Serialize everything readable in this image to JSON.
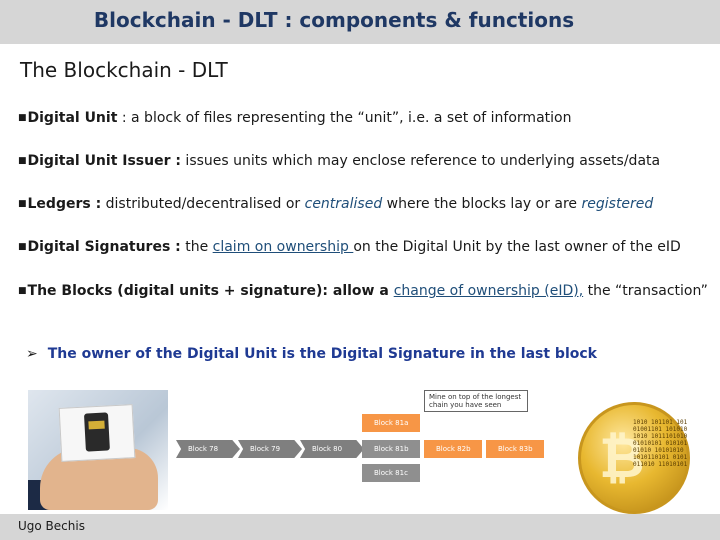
{
  "header": {
    "title": "Blockchain - DLT : components & functions"
  },
  "slide": {
    "subtitle": "The Blockchain - DLT"
  },
  "bullets": {
    "b1": {
      "label": "Digital Unit",
      "text": " : a block of files representing the “unit”, i.e. a set of information"
    },
    "b2": {
      "label": "Digital Unit Issuer :",
      "text": " issues units which may enclose reference to underlying assets/data"
    },
    "b3": {
      "label": "Ledgers :",
      "text1": " distributed/decentralised or ",
      "em1": "centralised",
      "text2": " where the blocks lay or are ",
      "em2": "registered"
    },
    "b4": {
      "label": "Digital Signatures :",
      "text1": " the ",
      "ul": "claim on ownership ",
      "text2": "on the Digital Unit by the last owner of the eID"
    },
    "b5": {
      "label": "The Blocks (digital units + signature): allow a ",
      "ul": "change of ownership (eID),",
      "text2": " the “transaction”"
    }
  },
  "conclusion": {
    "arrow": "➢",
    "text": "The owner of the Digital Unit is the Digital Signature in the last block"
  },
  "diagram": {
    "callout": "Mine on top of the longest chain you have seen",
    "blocks": [
      "Block 78",
      "Block 79",
      "Block 80",
      "Block 81b",
      "Block 82b",
      "Block 83b"
    ],
    "top_block": "Block 81a",
    "bottom_block": "Block 81c"
  },
  "footer": {
    "author": "Ugo Bechis"
  },
  "colors": {
    "title": "#1f3864",
    "conclusion": "#1f3a93",
    "accent_orange": "#f79646",
    "bar_gray": "#d6d6d6"
  },
  "icons": {
    "bullet": "square-bullet-icon",
    "arrow": "arrow-right-icon",
    "coin": "bitcoin-coin-icon"
  }
}
